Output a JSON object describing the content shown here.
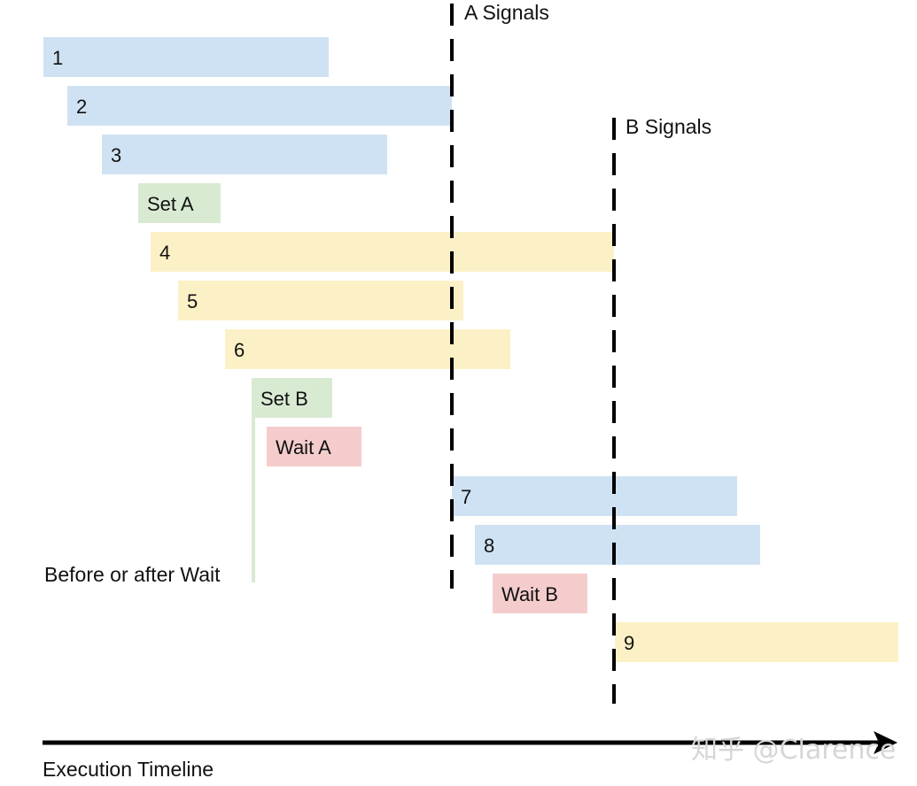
{
  "colors": {
    "blue": "#cfe2f3",
    "yellow": "#fcf1c6",
    "green": "#d9ead3",
    "red": "#f4cccc",
    "line": "#000000"
  },
  "bars": [
    {
      "label": "1",
      "color": "blue"
    },
    {
      "label": "2",
      "color": "blue"
    },
    {
      "label": "3",
      "color": "blue"
    },
    {
      "label": "Set A",
      "color": "green"
    },
    {
      "label": "4",
      "color": "yellow"
    },
    {
      "label": "5",
      "color": "yellow"
    },
    {
      "label": "6",
      "color": "yellow"
    },
    {
      "label": "Set B",
      "color": "green"
    },
    {
      "label": "Wait A",
      "color": "red"
    },
    {
      "label": "7",
      "color": "blue"
    },
    {
      "label": "8",
      "color": "blue"
    },
    {
      "label": "Wait B",
      "color": "red"
    },
    {
      "label": "9",
      "color": "yellow"
    }
  ],
  "signals": {
    "a": "A Signals",
    "b": "B Signals"
  },
  "note": "Before or after Wait",
  "axis": {
    "label": "Execution Timeline"
  },
  "watermark": "知乎 @Clarence"
}
